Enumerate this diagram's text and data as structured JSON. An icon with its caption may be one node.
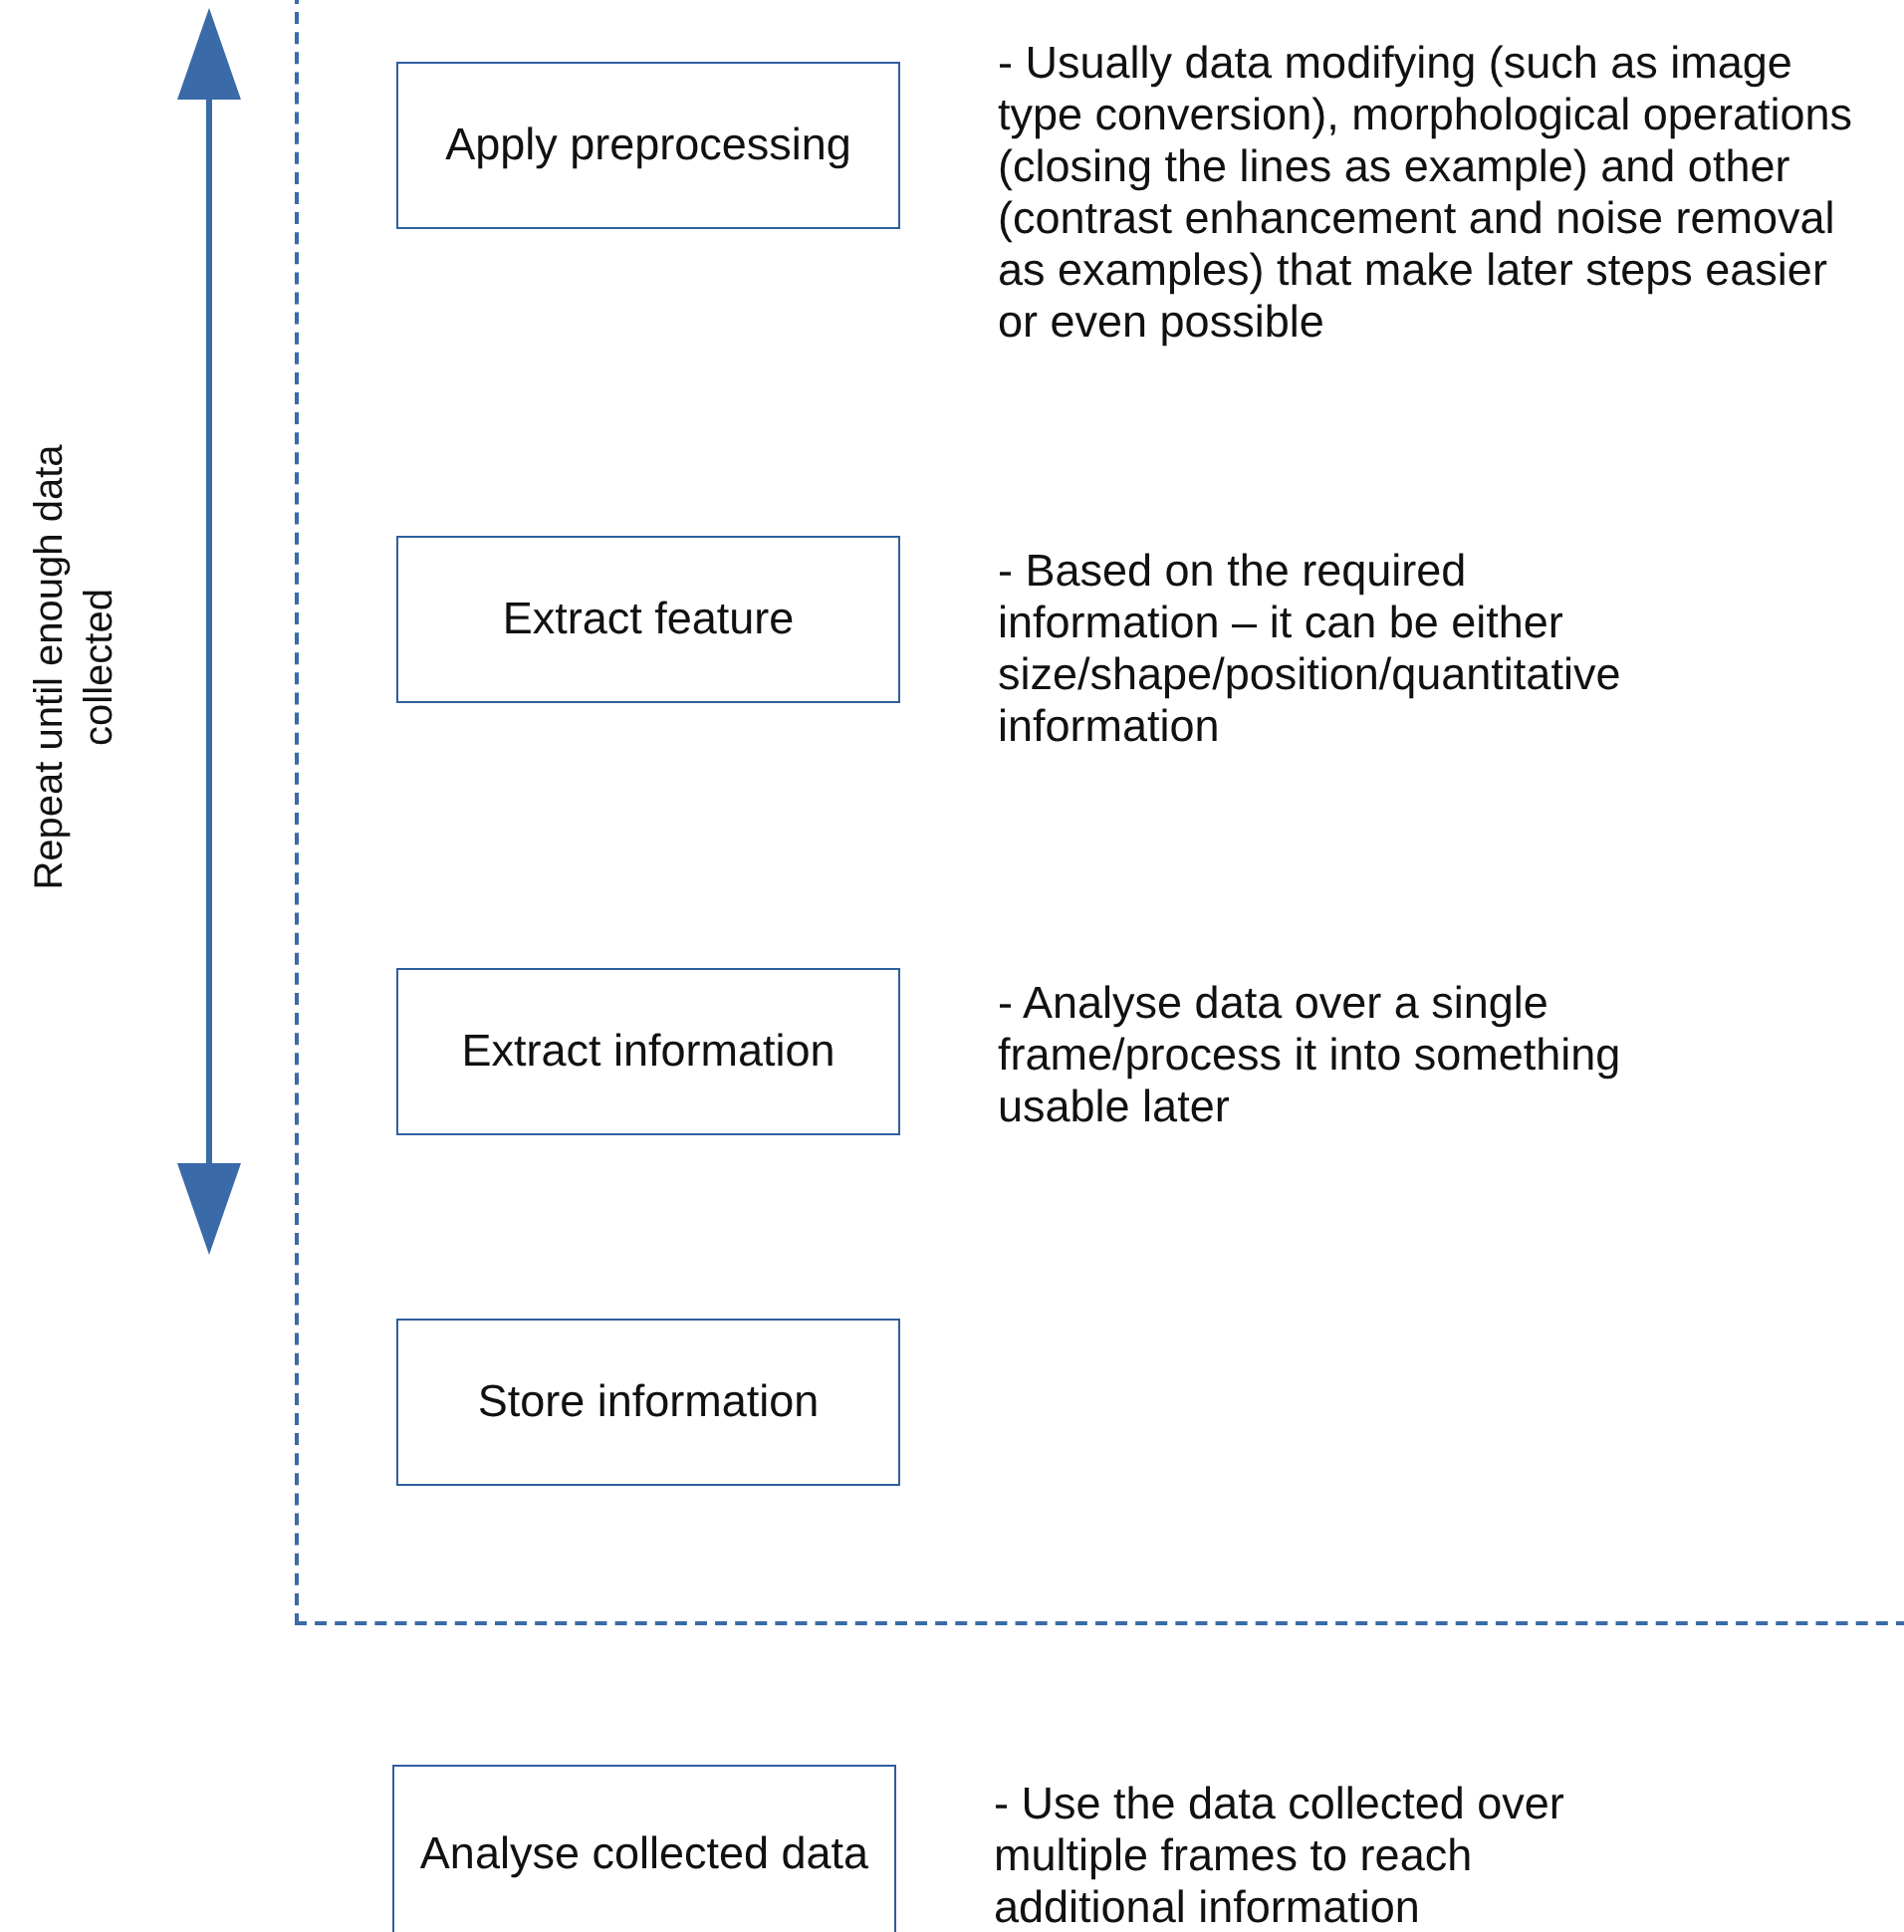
{
  "diagram": {
    "nodes": [
      {
        "text": [],
        "shape": "box"
      },
      {
        "text": [
          "Apply preprocessing"
        ],
        "in": 0,
        "beside": [
          "- Usually data modifying (such as image type conversion), morphological operations (closing the lines as example) and other (contrast enhancement and noise removal as examples) that make later steps easier or even possible"
        ]
      },
      {
        "text": [
          "Extract feature"
        ],
        "in": 0,
        "beside": [
          "- Based on the required information – it can be either size/shape/position/quantitative information"
        ]
      },
      {
        "text": [
          "Extract information"
        ],
        "in": 0,
        "beside": [
          "- Analyse data over a single frame/process it into something usable later"
        ]
      },
      {
        "text": [
          "Store information"
        ],
        "in": 0
      },
      {
        "text": [
          "Analyse collected data"
        ],
        "beside": [
          "- Use the data collected over multiple frames to reach additional information"
        ]
      }
    ],
    "labels": [
      "Repeat until enough data collected"
    ]
  }
}
